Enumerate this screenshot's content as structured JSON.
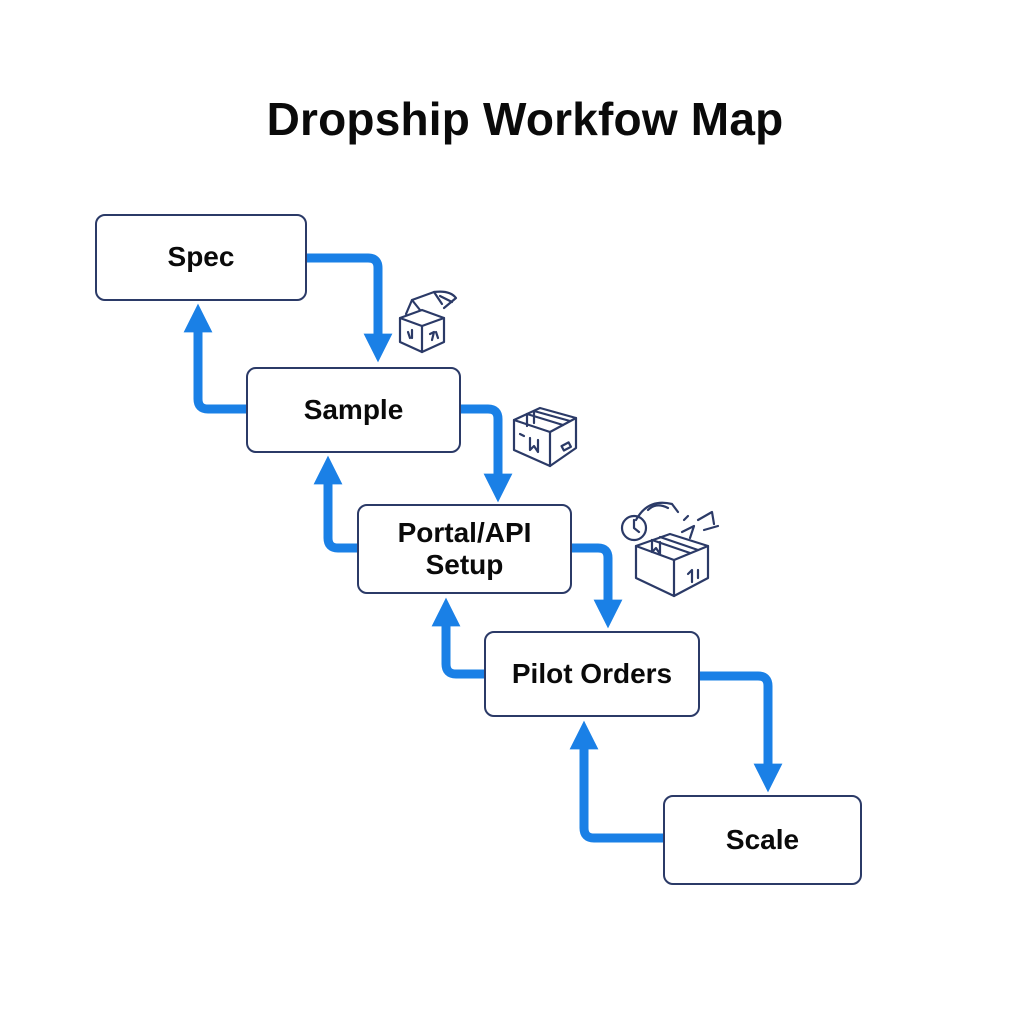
{
  "title": "Dropship Workfow Map",
  "colors": {
    "arrow": "#1a80e6",
    "box_border": "#2b3a67",
    "icon_stroke": "#2b3a67",
    "text": "#0a0a0a"
  },
  "steps": [
    {
      "label": "Spec"
    },
    {
      "label": "Sample"
    },
    {
      "label": "Portal/API\nSetup"
    },
    {
      "label": "Pilot Orders"
    },
    {
      "label": "Scale"
    }
  ],
  "icons": [
    {
      "name": "open-box-icon"
    },
    {
      "name": "package-box-icon"
    },
    {
      "name": "gift-box-clock-icon"
    }
  ]
}
